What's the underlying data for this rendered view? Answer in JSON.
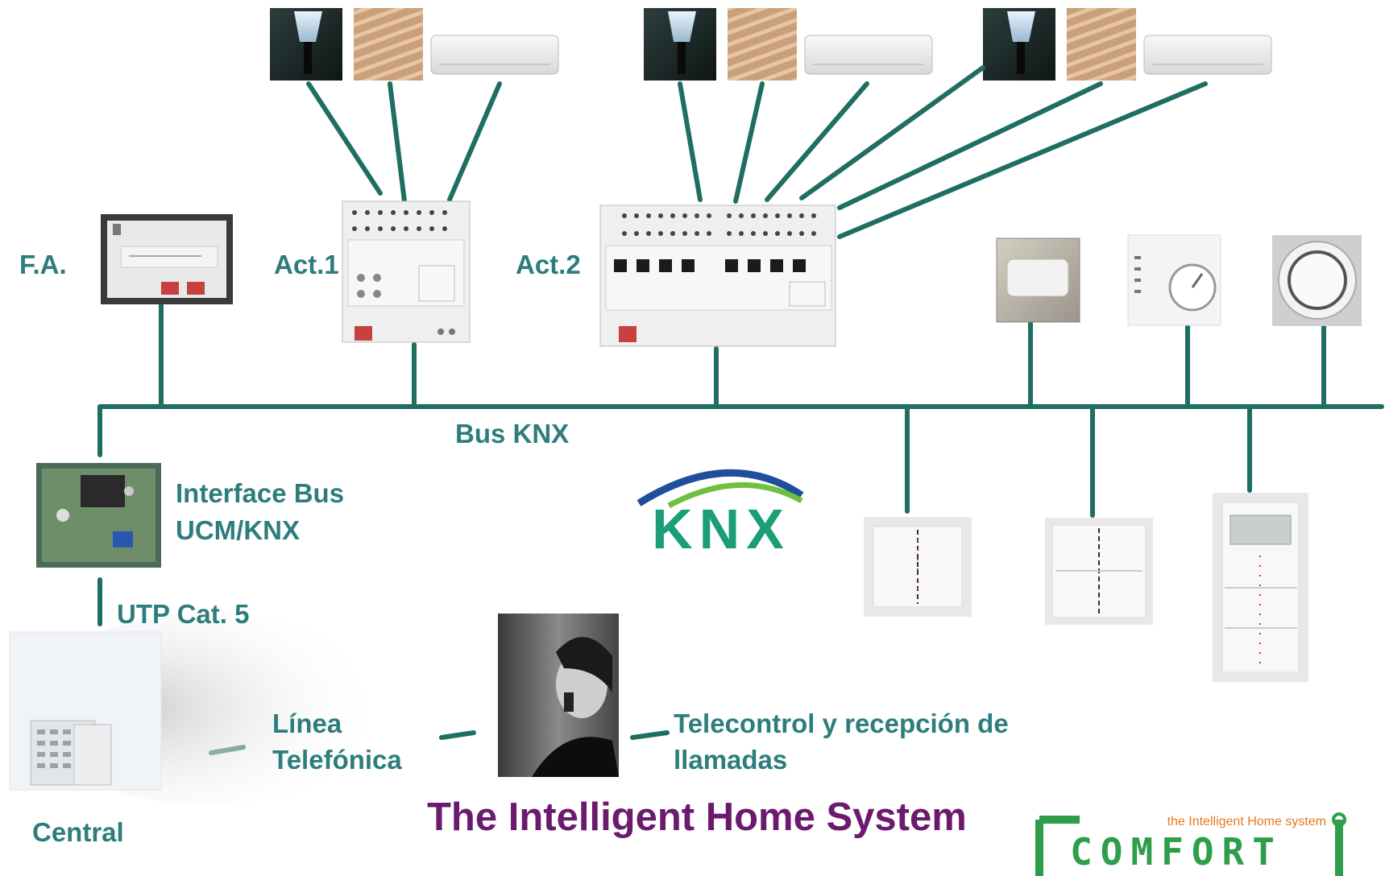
{
  "labels": {
    "power_supply": "F.A.",
    "actuator1": "Act.1",
    "actuator2": "Act.2",
    "bus": "Bus KNX",
    "interface_line1": "Interface Bus",
    "interface_line2": "UCM/KNX",
    "utp": "UTP Cat. 5",
    "phone_line1": "Línea",
    "phone_line2": "Telefónica",
    "telecontrol_line1": "Telecontrol y recepción de",
    "telecontrol_line2": "llamadas",
    "central": "Central"
  },
  "title": "The Intelligent Home System",
  "knx_logo": {
    "text": "KNX",
    "colors": {
      "text": "#1a9e77",
      "arc_blue": "#1f4f9c",
      "arc_green": "#6fbf40"
    }
  },
  "comfort_logo": {
    "tagline": "the Intelligent Home system",
    "text": "COMFORT",
    "colors": {
      "frame": "#2e9e4a",
      "text": "#2e9e4a",
      "tagline": "#e87a1e"
    }
  },
  "colors": {
    "line": "#1f6e62",
    "label": "#2d7d7d",
    "title": "#6b1a6e"
  },
  "icons": [
    "lamp-icon",
    "blind-icon",
    "air-conditioner-icon",
    "power-supply-icon",
    "actuator-icon",
    "motion-sensor-icon",
    "thermostat-icon",
    "smoke-detector-icon",
    "push-button-icon",
    "room-controller-icon",
    "interface-board-icon",
    "alarm-panel-icon",
    "phone-person-icon"
  ]
}
